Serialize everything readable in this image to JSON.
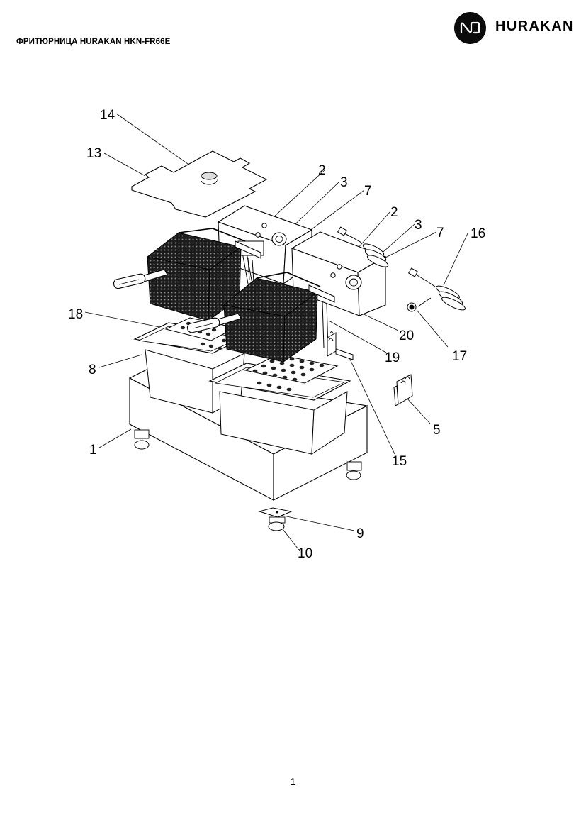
{
  "header": {
    "title": "ФРИТЮРНИЦА HURAKAN HKN-FR66E",
    "brand_name": "HURAKAN",
    "brand_icon": "hurakan-logo-icon"
  },
  "callouts": [
    {
      "id": "c14",
      "label": "14"
    },
    {
      "id": "c13",
      "label": "13"
    },
    {
      "id": "c2a",
      "label": "2"
    },
    {
      "id": "c3a",
      "label": "3"
    },
    {
      "id": "c7a",
      "label": "7"
    },
    {
      "id": "c2b",
      "label": "2"
    },
    {
      "id": "c3b",
      "label": "3"
    },
    {
      "id": "c7b",
      "label": "7"
    },
    {
      "id": "c16",
      "label": "16"
    },
    {
      "id": "c18",
      "label": "18"
    },
    {
      "id": "c20",
      "label": "20"
    },
    {
      "id": "c17",
      "label": "17"
    },
    {
      "id": "c8",
      "label": "8"
    },
    {
      "id": "c19",
      "label": "19"
    },
    {
      "id": "c5",
      "label": "5"
    },
    {
      "id": "c1",
      "label": "1"
    },
    {
      "id": "c15",
      "label": "15"
    },
    {
      "id": "c9",
      "label": "9"
    },
    {
      "id": "c10",
      "label": "10"
    }
  ],
  "footer": {
    "page_number": "1"
  }
}
